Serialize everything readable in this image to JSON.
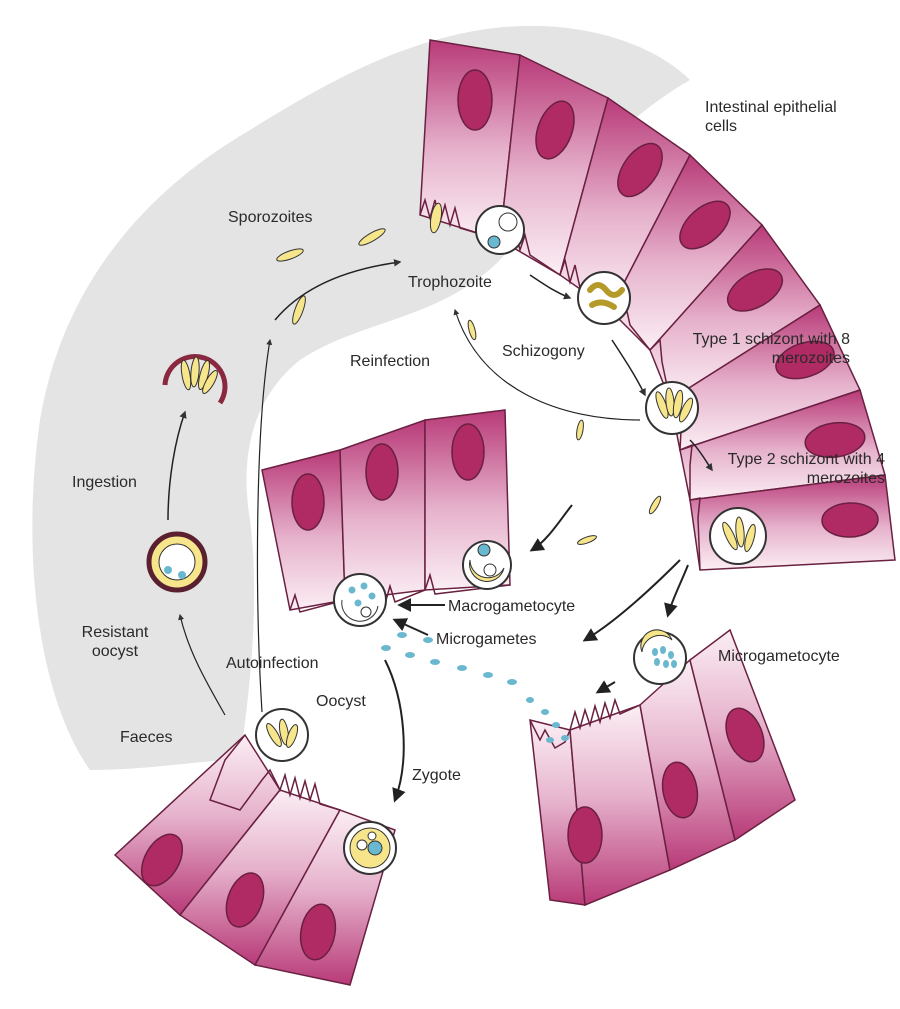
{
  "labels": {
    "intestinal_epithelial_cells": "Intestinal epithelial cells",
    "sporozoites": "Sporozoites",
    "trophozoite": "Trophozoite",
    "reinfection": "Reinfection",
    "schizogony": "Schizogony",
    "type1_schizont": "Type 1 schizont with 8 merozoites",
    "type2_schizont": "Type 2 schizont with 4 merozoites",
    "ingestion": "Ingestion",
    "macrogametocyte": "Macrogametocyte",
    "microgametes": "Microgametes",
    "microgametocyte": "Microgametocyte",
    "resistant_oocyst": "Resistant oocyst",
    "autoinfection": "Autoinfection",
    "oocyst": "Oocyst",
    "faeces": "Faeces",
    "zygote": "Zygote"
  },
  "colors": {
    "cell_magenta": "#b83a78",
    "nucleus": "#b02a64",
    "lumen_grey": "#e4e4e4",
    "parasite_yellow": "#f6e58a",
    "microgamete_blue": "#6ab8cf",
    "oocyst_wall": "#5a2030"
  }
}
